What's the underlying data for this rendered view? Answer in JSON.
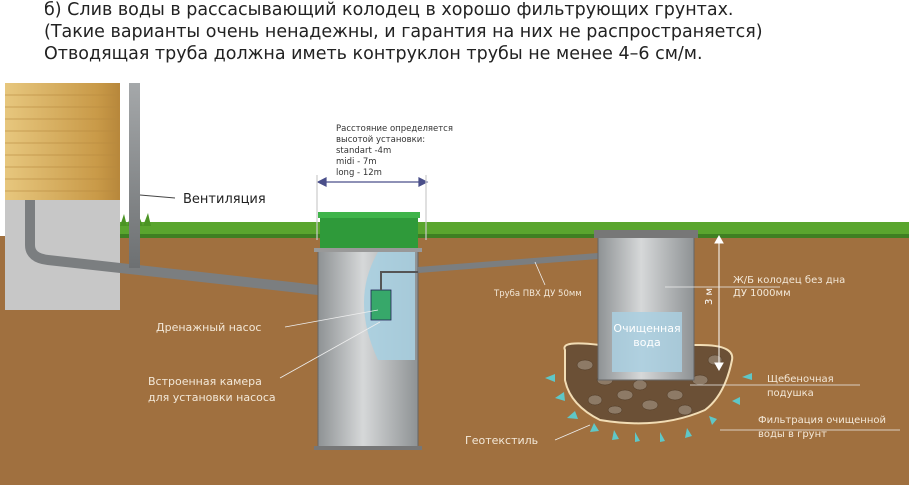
{
  "header": {
    "line1": "б) Слив воды в рассасывающий колодец в хорошо фильтрующих грунтах.",
    "line2": "(Такие варианты очень ненадежны, и гарантия на них не распространяется)",
    "line3": "Отводящая труба должна иметь контруклон трубы не менее 4–6 см/м."
  },
  "diagram": {
    "distance_note": [
      "Расстояние определяется",
      "высотой установки:",
      "standart -4m",
      "midi - 7m",
      "long - 12m"
    ],
    "ventilation": "Вентиляция",
    "pump": "Дренажный насос",
    "chamber": [
      "Встроенная камера",
      "для установки насоса"
    ],
    "pipe": "Труба ПВХ ДУ 50мм",
    "well": [
      "Ж/Б колодец без дна",
      "ДУ 1000мм"
    ],
    "depth": "3 м",
    "clean_water": [
      "Очищенная",
      "вода"
    ],
    "gravel": [
      "Щебеночная",
      "подушка"
    ],
    "filtration": [
      "Фильтрация очищенной",
      "воды в грунт"
    ],
    "geotextile": "Геотекстиль"
  },
  "colors": {
    "soil": "#a0703f",
    "grass": "#5aa52e",
    "lid": "#2f9a3a",
    "pipe": "#8a8d90",
    "water": "#a9cfe0",
    "arrow": "#5fc7c7"
  }
}
